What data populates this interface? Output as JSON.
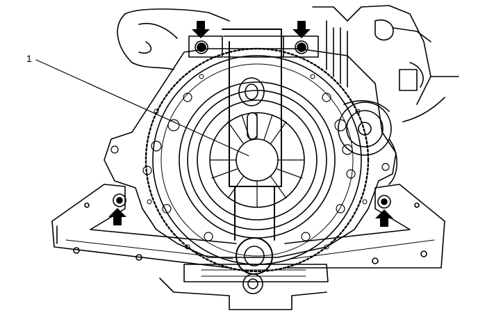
{
  "figure": {
    "callouts": [
      {
        "label": "1",
        "target": "counter-holding-tool"
      }
    ],
    "arrows": [
      {
        "direction": "down",
        "points_to": "top-left-bolt"
      },
      {
        "direction": "down",
        "points_to": "top-right-bolt"
      },
      {
        "direction": "up",
        "points_to": "lower-left-bolt"
      },
      {
        "direction": "up",
        "points_to": "lower-right-bolt"
      }
    ],
    "colors": {
      "ink": "#000000",
      "paper": "#ffffff"
    }
  }
}
